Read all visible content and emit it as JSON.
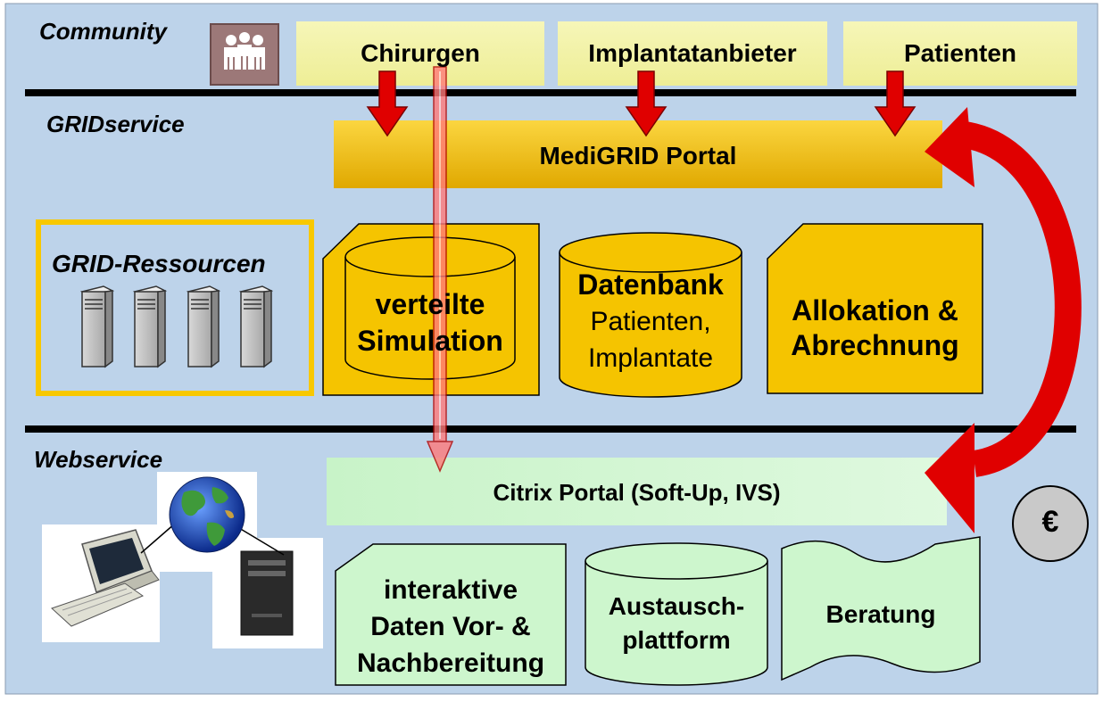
{
  "sections": {
    "community": "Community",
    "gridservice": "GRIDservice",
    "webservice": "Webservice"
  },
  "community_groups": {
    "chirurgen": "Chirurgen",
    "implantatanbieter": "Implantatanbieter",
    "patienten": "Patienten"
  },
  "grid": {
    "portal": "MediGRID Portal",
    "resources_title": "GRID-Ressourcen",
    "simulation_line1": "verteilte",
    "simulation_line2": "Simulation",
    "datenbank_title": "Datenbank",
    "datenbank_line2": "Patienten,",
    "datenbank_line3": "Implantate",
    "allokation_line1": "Allokation &",
    "allokation_line2": "Abrechnung"
  },
  "web": {
    "portal": "Citrix Portal (Soft-Up, IVS)",
    "interaktiv_line1": "interaktive",
    "interaktiv_line2": "Daten Vor- &",
    "interaktiv_line3": "Nachbereitung",
    "austausch_line1": "Austausch-",
    "austausch_line2": "plattform",
    "beratung": "Beratung"
  },
  "euro_symbol": "€",
  "icons": {
    "community": "people-group-icon",
    "servers": "server-tower-icon",
    "network": "globe-network-icon"
  },
  "colors": {
    "background": "#bdd3ea",
    "community_box": "#f3f3a4",
    "gold": "#f5c400",
    "web_green": "#cdf6cd",
    "arrow_red": "#ff0000",
    "divider": "#000000"
  }
}
